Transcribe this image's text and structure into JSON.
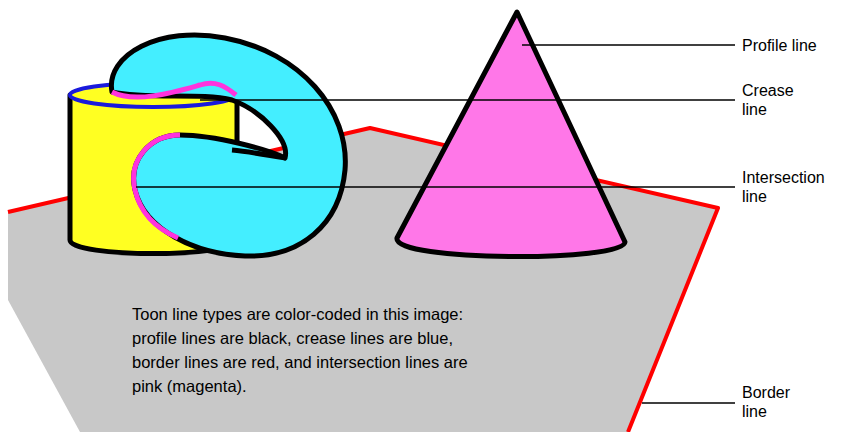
{
  "diagram": {
    "labels": [
      "Profile line",
      "Crease line",
      "Intersection line",
      "Border line",
      "Toon line types are color-coded in this image: profile lines are black, crease lines are blue, border lines are red, and intersection lines are pink (magenta)."
    ]
  }
}
